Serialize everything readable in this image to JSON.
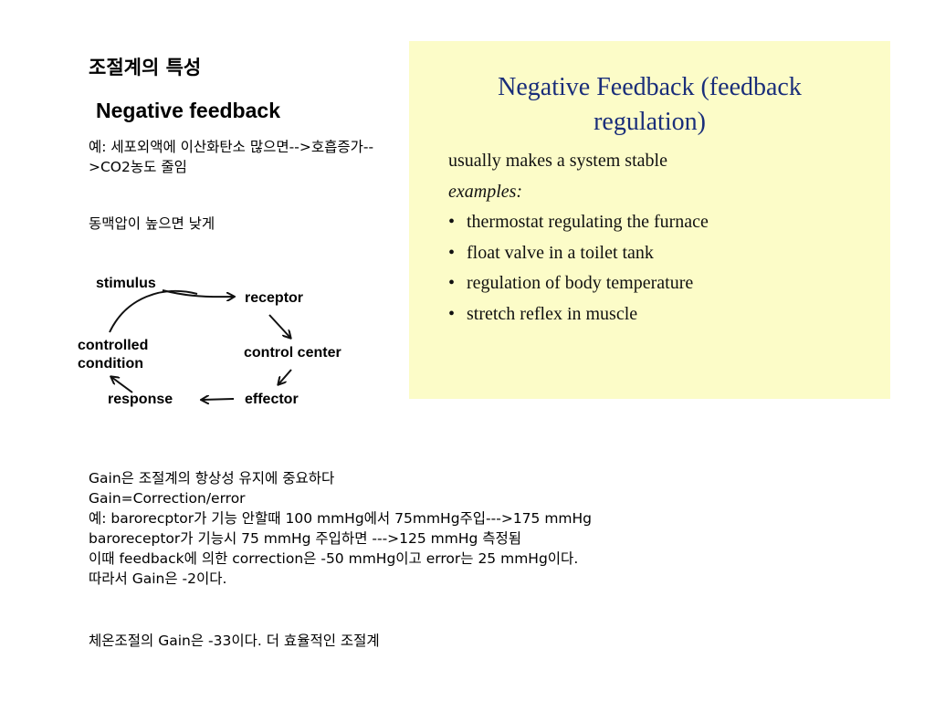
{
  "slide": {
    "title": "조절계의 특성",
    "subtitle": "Negative feedback",
    "example_1": "예: 세포외액에 이산화탄소 많으면-->호흡증가-->CO2농도 줄임",
    "example_2": "동맥압이 높으면 낮게",
    "gain_lines": [
      "Gain은 조절계의 항상성 유지에 중요하다",
      "Gain=Correction/error",
      "예: barorecptor가 기능 안할때 100 mmHg에서 75mmHg주입--->175 mmHg",
      "baroreceptor가 기능시 75 mmHg 주입하면 --->125 mmHg 측정됨",
      "이때 feedback에 의한 correction은 -50 mmHg이고 error는 25 mmHg이다.",
      "따라서 Gain은 -2이다."
    ],
    "closing": "체온조절의 Gain은 -33이다. 더 효율적인 조절계"
  },
  "diagram": {
    "stimulus": "stimulus",
    "receptor": "receptor",
    "control_center": "control center",
    "effector": "effector",
    "response": "response",
    "controlled_condition_line1": "controlled",
    "controlled_condition_line2": "condition"
  },
  "panel": {
    "title_line1": "Negative Feedback (feedback",
    "title_line2": "regulation)",
    "intro": "usually makes a system stable",
    "examples_label": "examples:",
    "bullets": [
      "thermostat regulating the furnace",
      "float valve in a toilet tank",
      "regulation of body temperature",
      "stretch reflex in muscle"
    ],
    "background_color": "#fcfcc8",
    "title_color": "#1a2e7a"
  }
}
